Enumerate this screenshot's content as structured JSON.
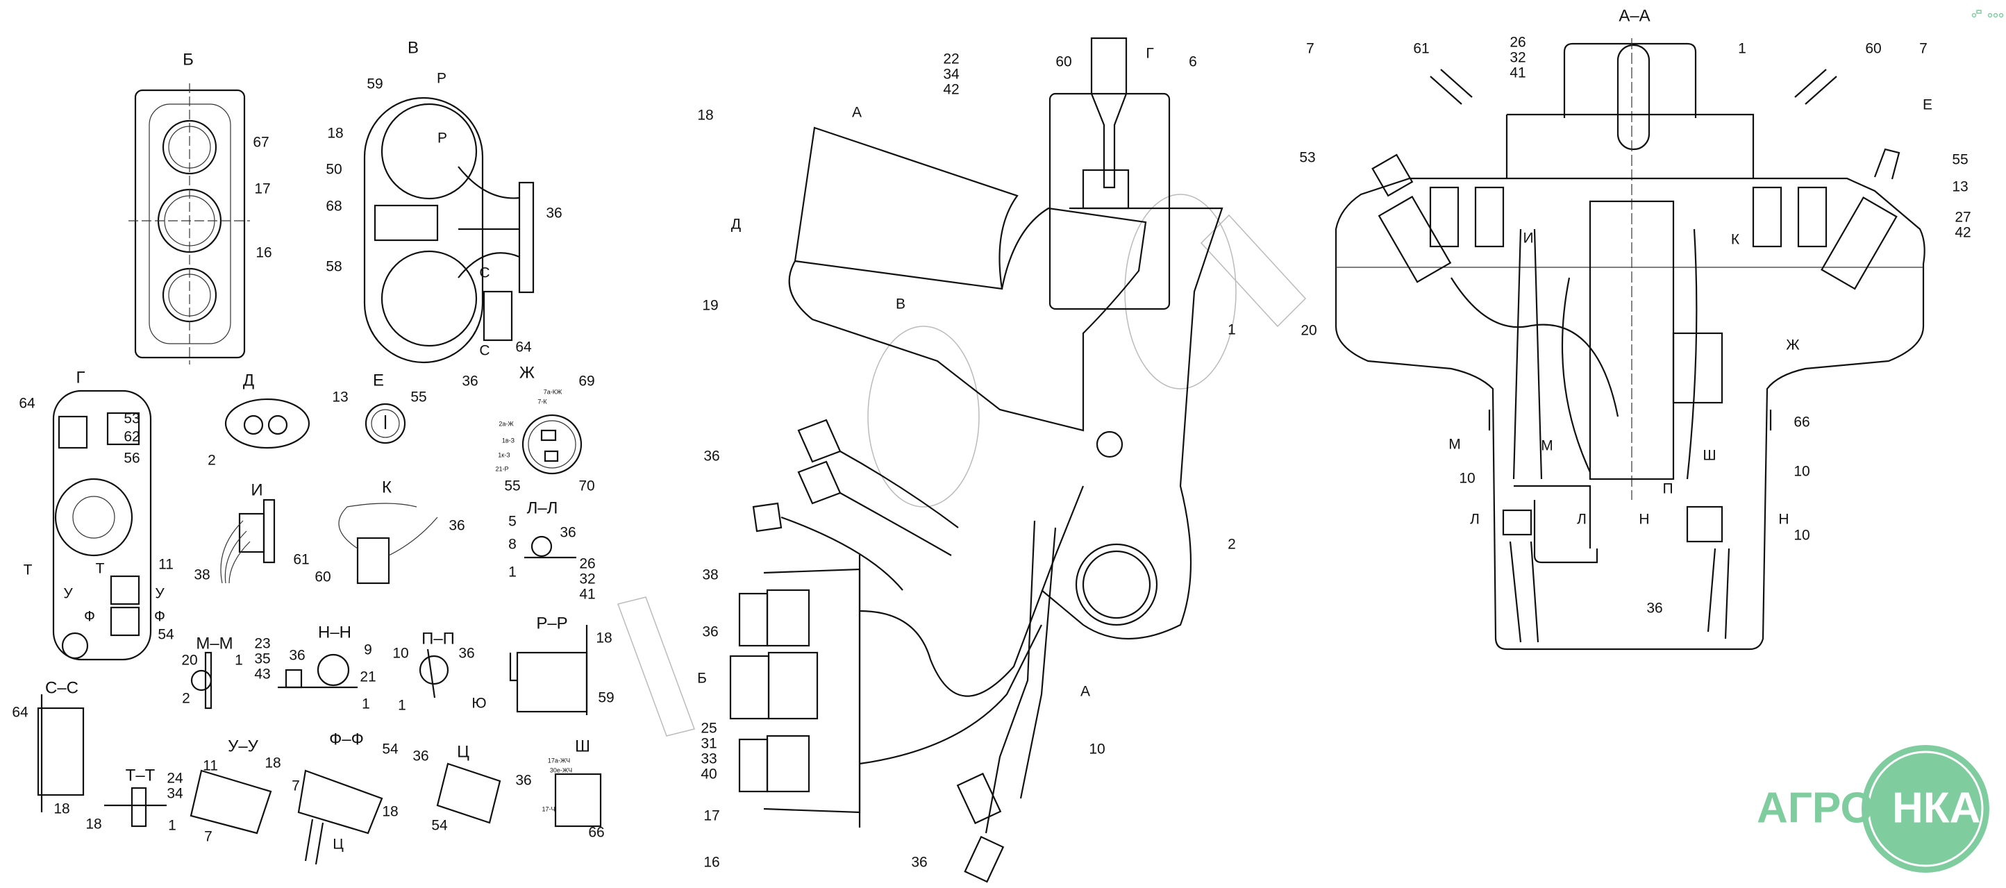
{
  "views": {
    "b": {
      "title": "Б",
      "labels": [
        "67",
        "17",
        "16"
      ]
    },
    "v": {
      "title": "В",
      "labels": [
        "59",
        "Р",
        "Р",
        "18",
        "50",
        "68",
        "36",
        "58",
        "С",
        "С",
        "64"
      ]
    },
    "g": {
      "title": "Г",
      "labels": [
        "64",
        "53",
        "62",
        "56",
        "11",
        "54",
        "Т",
        "Т",
        "У",
        "У",
        "Ф",
        "Ф"
      ]
    },
    "d": {
      "title": "Д",
      "labels": [
        "2"
      ]
    },
    "e": {
      "title": "Е",
      "labels": [
        "13",
        "55"
      ]
    },
    "zh": {
      "title": "Ж",
      "labels": [
        "36",
        "69",
        "55",
        "70"
      ],
      "wires": [
        "7а-КЖ",
        "7-К",
        "2а-Ж",
        "1в-З",
        "1к-З",
        "21-Р"
      ]
    },
    "i": {
      "title": "И",
      "labels": [
        "61",
        "38"
      ]
    },
    "k": {
      "title": "К",
      "labels": [
        "36",
        "60"
      ]
    },
    "ll": {
      "title": "Л–Л",
      "labels": [
        "5",
        "36",
        "8",
        "1",
        "26",
        "32",
        "41"
      ]
    },
    "mm": {
      "title": "М–М",
      "labels": [
        "20",
        "1",
        "2"
      ]
    },
    "nn": {
      "title": "Н–Н",
      "labels": [
        "23",
        "35",
        "43",
        "36",
        "9",
        "21",
        "1"
      ]
    },
    "pp": {
      "title": "П–П",
      "labels": [
        "10",
        "36",
        "1"
      ]
    },
    "rr": {
      "title": "Р–Р",
      "labels": [
        "18",
        "59",
        "Ю"
      ]
    },
    "ss": {
      "title": "С–С",
      "labels": [
        "64",
        "18"
      ]
    },
    "tt": {
      "title": "Т–Т",
      "labels": [
        "24",
        "34",
        "18",
        "1"
      ]
    },
    "uu": {
      "title": "У–У",
      "labels": [
        "11",
        "18",
        "7"
      ]
    },
    "ff": {
      "title": "Ф–Ф",
      "labels": [
        "54",
        "7",
        "18",
        "Ц"
      ]
    },
    "ts": {
      "title": "Ц",
      "labels": [
        "36",
        "54"
      ]
    },
    "sh": {
      "title": "Ш",
      "labels": [
        "36",
        "66"
      ],
      "wires": [
        "17а-ЖЧ",
        "30е-ЖЧ",
        "17-Ч"
      ]
    },
    "main": {
      "title": "",
      "labels": [
        "22",
        "34",
        "42",
        "60",
        "Г",
        "6",
        "А",
        "18",
        "Д",
        "19",
        "В",
        "1",
        "2",
        "36",
        "38",
        "36",
        "Б",
        "25",
        "31",
        "33",
        "40",
        "17",
        "16",
        "10",
        "А",
        "36"
      ]
    },
    "aa": {
      "title": "А–А",
      "labels": [
        "7",
        "61",
        "26",
        "32",
        "41",
        "1",
        "60",
        "7",
        "Е",
        "53",
        "55",
        "13",
        "27",
        "42",
        "20",
        "Ж",
        "66",
        "И",
        "К",
        "М",
        "М",
        "П",
        "Ш",
        "10",
        "10",
        "10",
        "36",
        "Л",
        "Л",
        "Н",
        "Н"
      ]
    }
  },
  "logo": {
    "left": "АГРО",
    "right": "НКА",
    "color": "#7fcc9f"
  }
}
